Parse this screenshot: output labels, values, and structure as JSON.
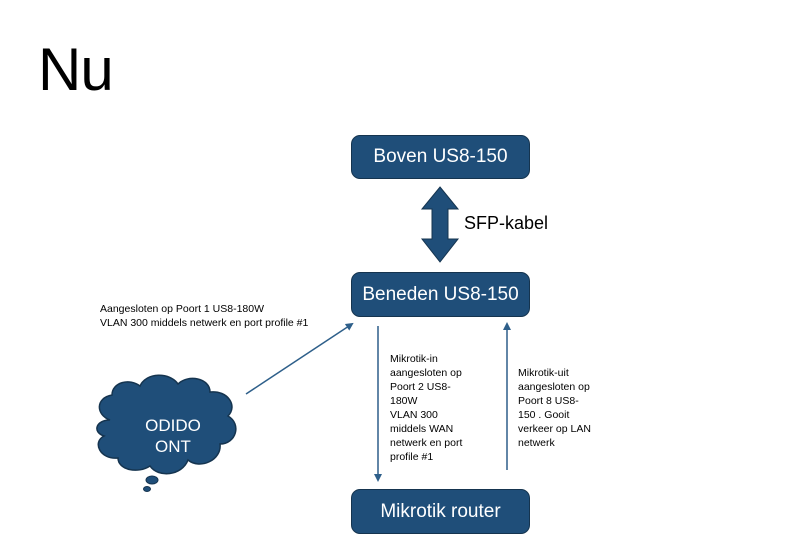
{
  "slide": {
    "title": "Nu"
  },
  "nodes": {
    "boven": "Boven US8-150",
    "beneden": "Beneden US8-150",
    "mikrotik": "Mikrotik router"
  },
  "cloud": {
    "line1": "ODIDO",
    "line2": "ONT"
  },
  "edges": {
    "sfp": "SFP-kabel",
    "ont_to_beneden": [
      "Aangesloten op Poort 1 US8-180W",
      "VLAN 300 middels netwerk en port profile #1"
    ],
    "beneden_to_mikrotik": [
      "Mikrotik-in",
      "aangesloten op",
      "Poort 2 US8-",
      "180W",
      "VLAN 300",
      "middels WAN",
      "netwerk en port",
      "profile #1"
    ],
    "mikrotik_to_beneden": [
      "Mikrotik-uit",
      "aangesloten op",
      "Poort 8  US8-",
      "150 . Gooit",
      "verkeer op LAN",
      "netwerk"
    ]
  },
  "colors": {
    "node_fill": "#1f4e79",
    "node_border": "#15344f",
    "arrow": "#2e5f8a",
    "text_on_node": "#ffffff"
  }
}
